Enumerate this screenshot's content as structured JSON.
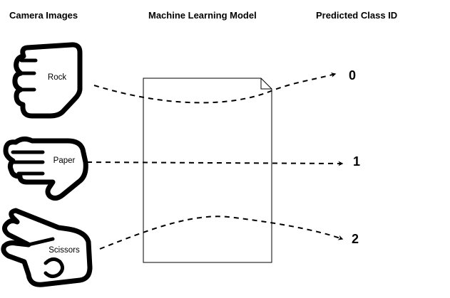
{
  "headers": {
    "camera_images": "Camera Images",
    "ml_model": "Machine Learning Model",
    "predicted_class": "Predicted Class ID"
  },
  "hands": [
    {
      "label": "Rock",
      "icon": "fist-icon",
      "class_id": "0"
    },
    {
      "label": "Paper",
      "icon": "open-hand-icon",
      "class_id": "1"
    },
    {
      "label": "Scissors",
      "icon": "scissors-hand-icon",
      "class_id": "2"
    }
  ],
  "colors": {
    "stroke": "#000000",
    "background": "#ffffff"
  }
}
